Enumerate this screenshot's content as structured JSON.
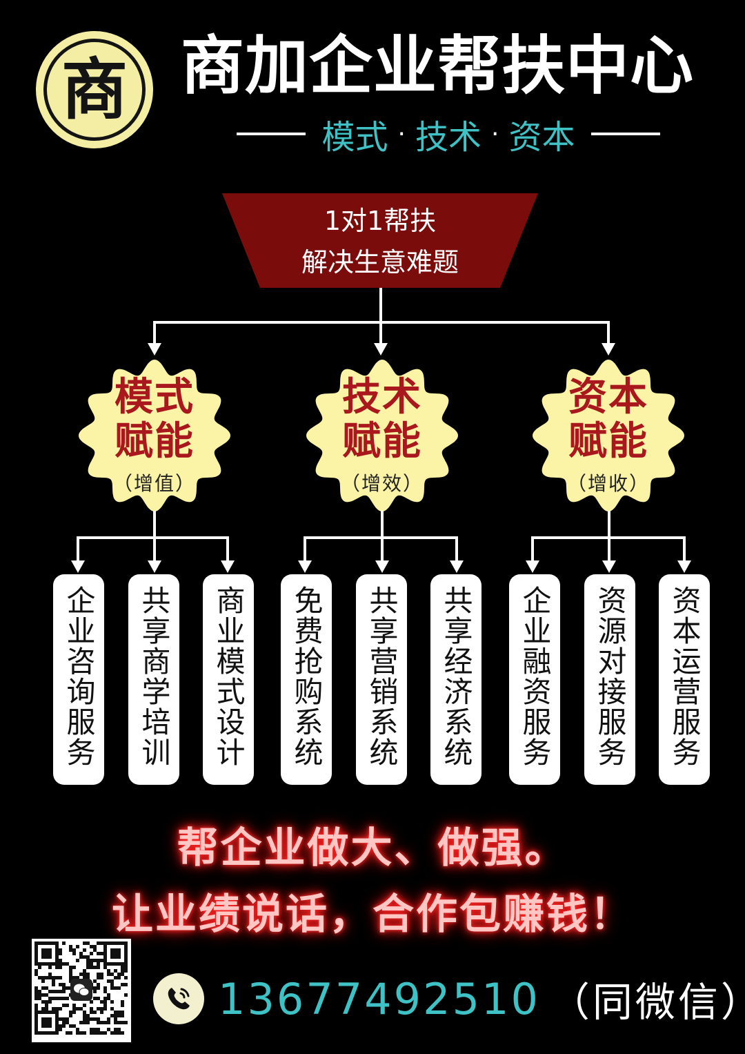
{
  "header": {
    "logo_char": "商",
    "title": "商加企业帮扶中心",
    "tagline": [
      "模式",
      "技术",
      "资本"
    ],
    "separator": "·"
  },
  "banner": {
    "line1": "1对1帮扶",
    "line2": "解决生意难题"
  },
  "pillars": [
    {
      "line1": "模式",
      "line2": "赋能",
      "note": "（增值）"
    },
    {
      "line1": "技术",
      "line2": "赋能",
      "note": "（增效）"
    },
    {
      "line1": "资本",
      "line2": "赋能",
      "note": "（增收）"
    }
  ],
  "services": [
    "企业咨询服务",
    "共享商学培训",
    "商业模式设计",
    "免费抢购系统",
    "共享营销系统",
    "共享经济系统",
    "企业融资服务",
    "资源对接服务",
    "资本运营服务"
  ],
  "slogan": {
    "line1": "帮企业做大、做强。",
    "line2": "让业绩说话，合作包赚钱！"
  },
  "contact": {
    "phone": "13677492510",
    "note": "（同微信）"
  },
  "colors": {
    "background": "#000000",
    "accent_teal": "#3fc2c5",
    "banner_red": "#7b0c0c",
    "badge_yellow": "#fbf3a6",
    "badge_text_red": "#a8181c",
    "slogan_glow": "#ff2a2a"
  },
  "icons": [
    "logo-seal",
    "phone-icon",
    "qr-code",
    "wechat-icon"
  ]
}
